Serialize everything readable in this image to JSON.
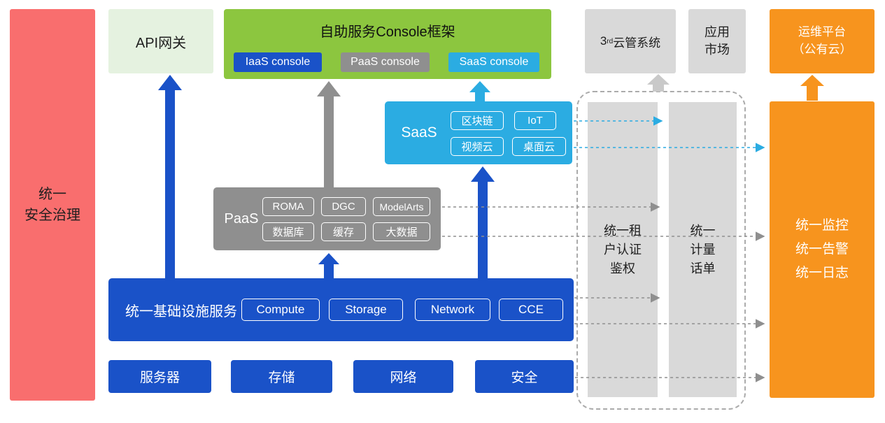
{
  "colors": {
    "red": "#F96E6E",
    "light_green": "#E5F2E0",
    "green": "#8CC63F",
    "blue": "#1A52C8",
    "gray": "#8F8F8F",
    "light_blue": "#2BACE2",
    "orange": "#F7941E",
    "light_gray": "#D9D9D9"
  },
  "security_bar": {
    "label": "统一\n安全治理"
  },
  "api_gateway": {
    "label": "API网关"
  },
  "console_frame": {
    "title": "自助服务Console框架",
    "consoles": [
      {
        "label": "IaaS console",
        "color": "#1A52C8"
      },
      {
        "label": "PaaS console",
        "color": "#8F8F8F"
      },
      {
        "label": "SaaS console",
        "color": "#2BACE2"
      }
    ]
  },
  "third_party_cms": {
    "num": "3",
    "sup": "rd",
    "label": "云管系统"
  },
  "app_market": {
    "label": "应用\n市场"
  },
  "om_platform": {
    "label": "运维平台\n（公有云）"
  },
  "saas": {
    "label": "SaaS",
    "services": [
      "区块链",
      "IoT",
      "视频云",
      "桌面云"
    ]
  },
  "paas": {
    "label": "PaaS",
    "services": [
      "ROMA",
      "DGC",
      "ModelArts",
      "数据库",
      "缓存",
      "大数据"
    ]
  },
  "infra": {
    "label": "统一基础设施服务",
    "services": [
      "Compute",
      "Storage",
      "Network",
      "CCE"
    ]
  },
  "hardware": [
    "服务器",
    "存储",
    "网络",
    "安全"
  ],
  "auth_bar": {
    "label": "统一租\n户认证\n鉴权"
  },
  "billing_bar": {
    "label": "统一\n计量\n话单"
  },
  "monitor_bar": {
    "label": "统一监控\n统一告警\n统一日志"
  }
}
